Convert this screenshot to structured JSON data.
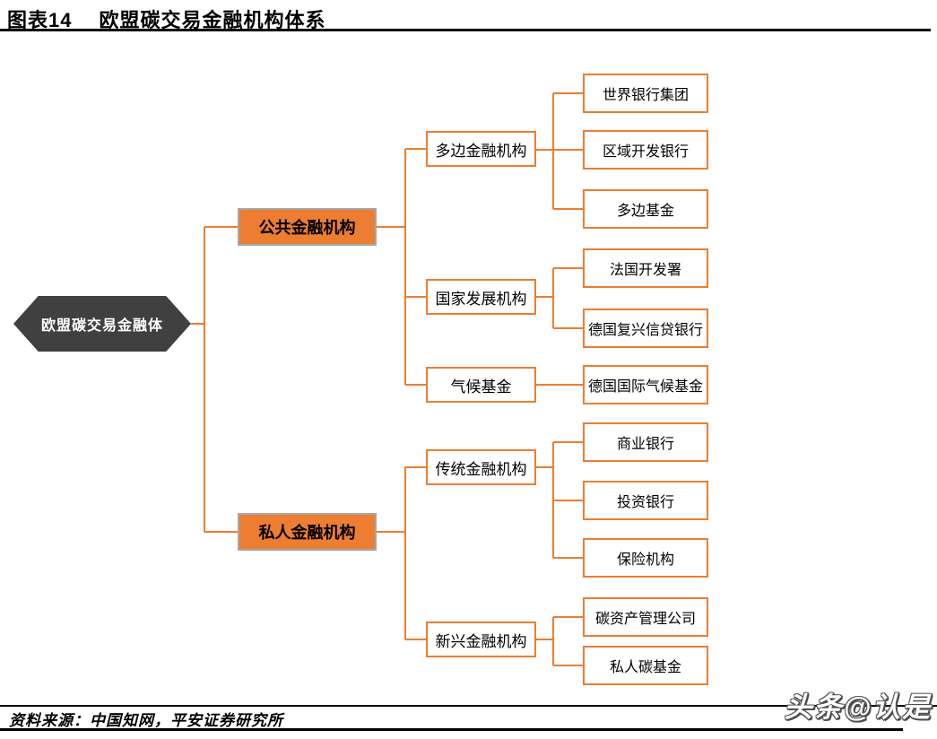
{
  "title": {
    "figure_label": "图表14",
    "text": "欧盟碳交易金融机构体系"
  },
  "colors": {
    "accent_orange": "#ED7D31",
    "node_dark": "#404040",
    "border_gray": "#A6A6A6"
  },
  "diagram": {
    "root": "欧盟碳交易金融体",
    "branches": [
      {
        "label": "公共金融机构",
        "children": [
          {
            "label": "多边金融机构",
            "children": [
              "世界银行集团",
              "区域开发银行",
              "多边基金"
            ]
          },
          {
            "label": "国家发展机构",
            "children": [
              "法国开发署",
              "德国复兴信贷银行"
            ]
          },
          {
            "label": "气候基金",
            "children": [
              "德国国际气候基金"
            ]
          }
        ]
      },
      {
        "label": "私人金融机构",
        "children": [
          {
            "label": "传统金融机构",
            "children": [
              "商业银行",
              "投资银行",
              "保险机构"
            ]
          },
          {
            "label": "新兴金融机构",
            "children": [
              "碳资产管理公司",
              "私人碳基金"
            ]
          }
        ]
      }
    ]
  },
  "footer": {
    "source": "资料来源：中国知网，平安证券研究所"
  },
  "watermark": "头条@认是"
}
